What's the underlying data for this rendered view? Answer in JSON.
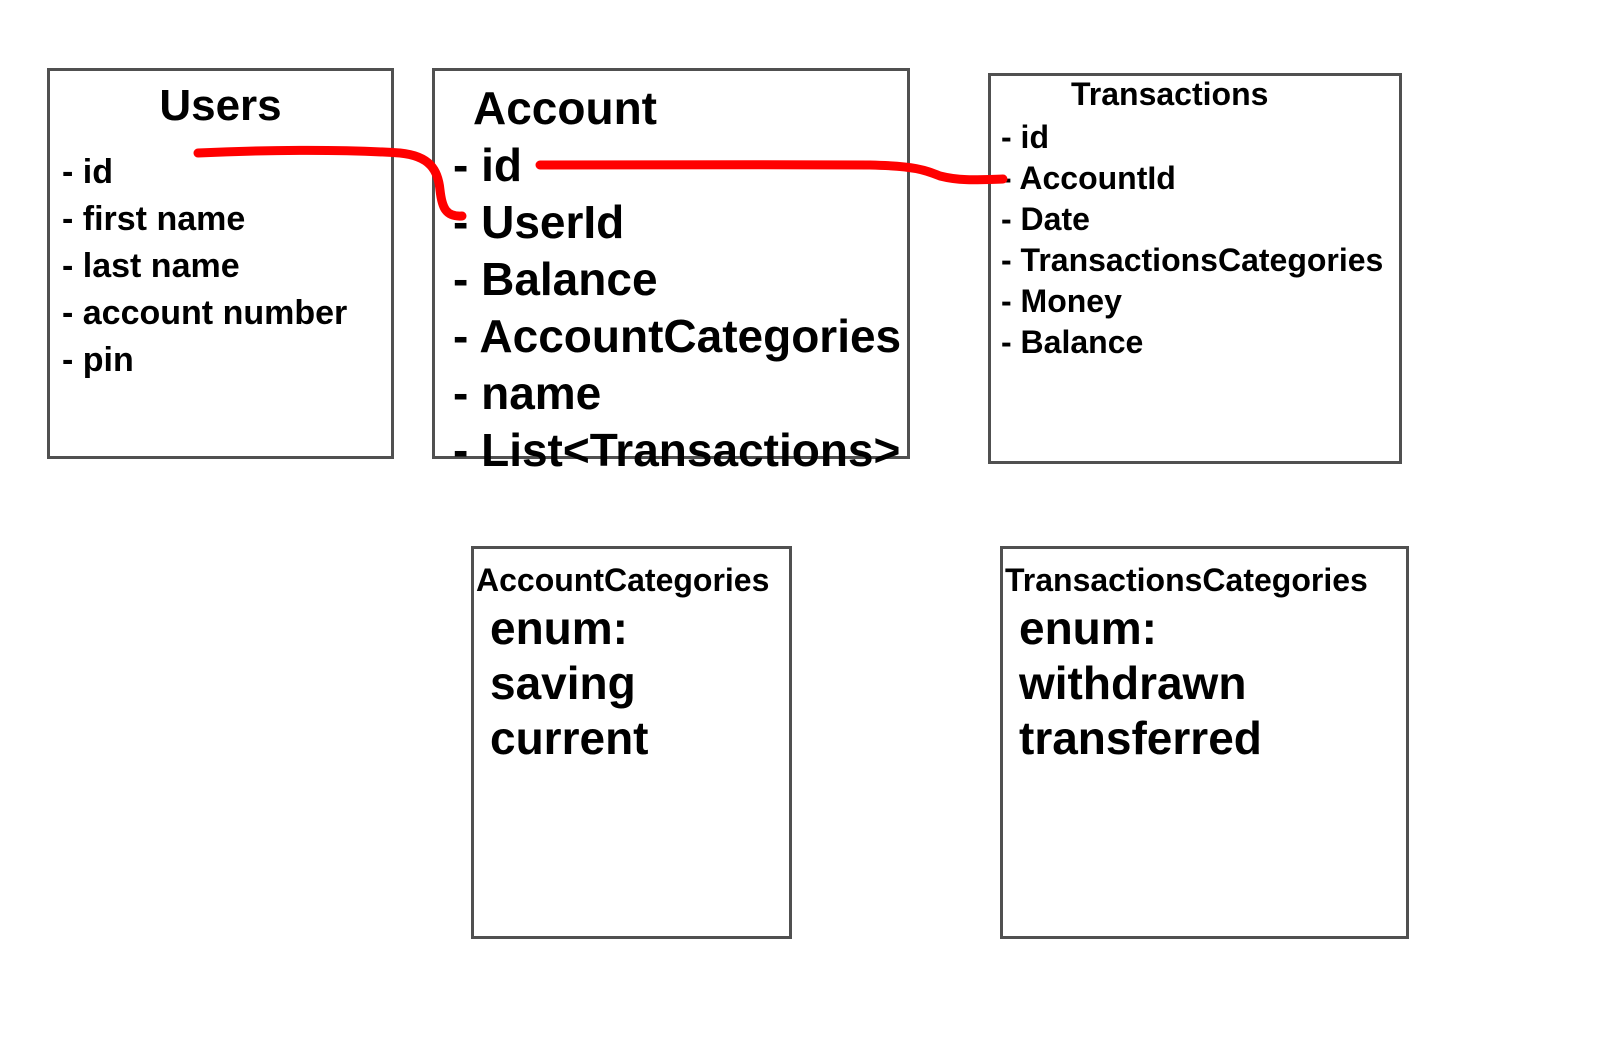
{
  "colors": {
    "border": "#505050",
    "text": "#000000",
    "link_line": "#ff0000",
    "background": "#ffffff"
  },
  "users": {
    "title": "Users",
    "fields": [
      "- id",
      "- first name",
      "- last name",
      "- account number",
      "- pin"
    ]
  },
  "account": {
    "title": "Account",
    "fields": [
      "- id",
      "- UserId",
      "- Balance",
      "- AccountCategories",
      "- name",
      "- List<Transactions>"
    ]
  },
  "transactions": {
    "title": "Transactions",
    "fields": [
      "- id",
      "- AccountId",
      "- Date",
      "- TransactionsCategories",
      "- Money",
      "- Balance"
    ]
  },
  "account_categories": {
    "title": "AccountCategories",
    "fields": [
      "enum:",
      "saving",
      "current"
    ]
  },
  "transactions_categories": {
    "title": "TransactionsCategories",
    "fields": [
      "enum:",
      "withdrawn",
      "transferred"
    ]
  }
}
